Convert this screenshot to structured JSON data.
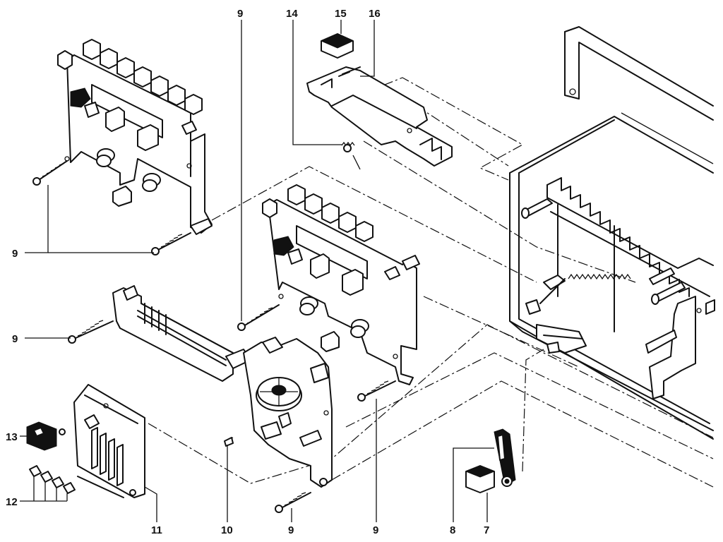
{
  "callouts": [
    {
      "id": "c-9-top",
      "label": "9"
    },
    {
      "id": "c-14",
      "label": "14"
    },
    {
      "id": "c-15",
      "label": "15"
    },
    {
      "id": "c-16",
      "label": "16"
    },
    {
      "id": "c-9-left",
      "label": "9"
    },
    {
      "id": "c-9-mid",
      "label": "9"
    },
    {
      "id": "c-13",
      "label": "13"
    },
    {
      "id": "c-12",
      "label": "12"
    },
    {
      "id": "c-11",
      "label": "11"
    },
    {
      "id": "c-10",
      "label": "10"
    },
    {
      "id": "c-9-bottom",
      "label": "9"
    },
    {
      "id": "c-9-right",
      "label": "9"
    },
    {
      "id": "c-8",
      "label": "8"
    },
    {
      "id": "c-7",
      "label": "7"
    }
  ]
}
